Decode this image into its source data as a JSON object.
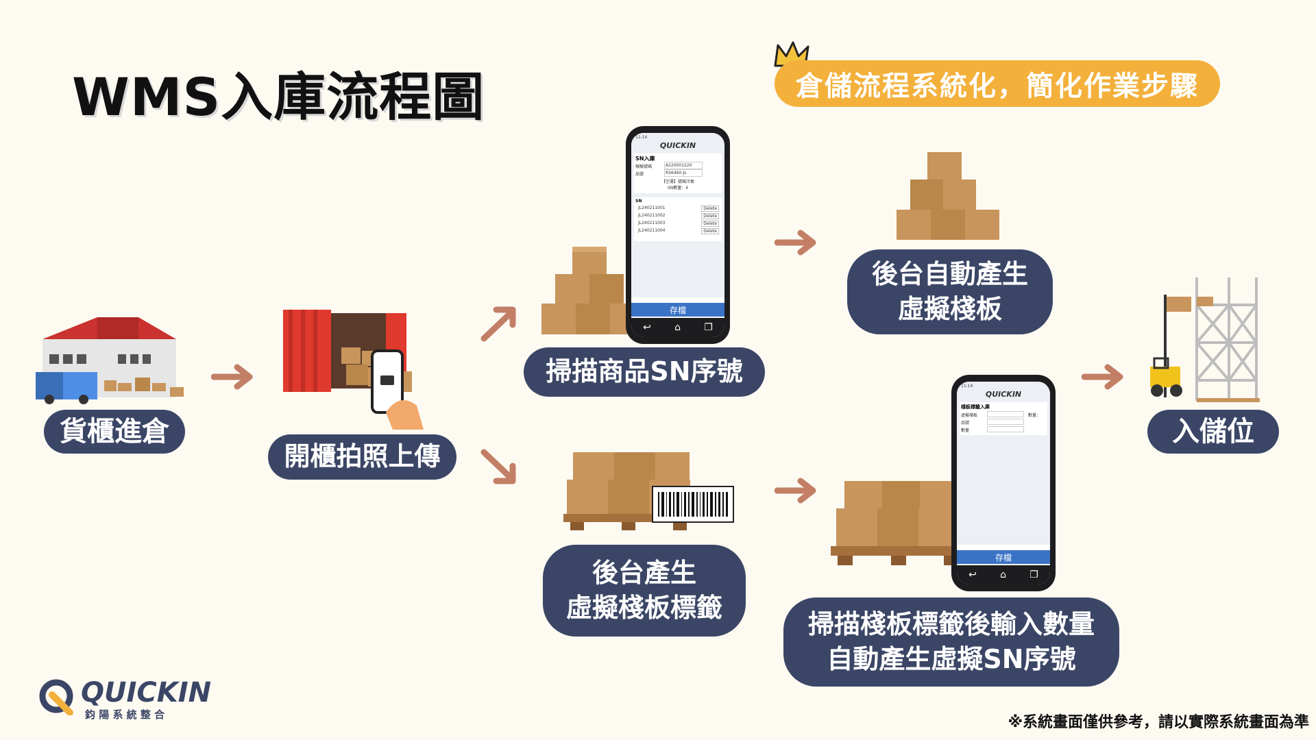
{
  "title": "WMS入庫流程圖",
  "slogan": "倉儲流程系統化，簡化作業步驟",
  "steps": {
    "s1": "貨櫃進倉",
    "s2": "開櫃拍照上傳",
    "s3": "掃描商品SN序號",
    "s4_l1": "後台自動產生",
    "s4_l2": "虛擬棧板",
    "s5_l1": "後台產生",
    "s5_l2": "虛擬棧板標籤",
    "s6_l1": "掃描棧板標籤後輸入數量",
    "s6_l2": "自動產生虛擬SN序號",
    "s7": "入儲位"
  },
  "phone1": {
    "time": "11:14",
    "brand": "QUICKIN",
    "header": "SN入庫",
    "field1_label": "報驗號碼",
    "field1_value": "A220001220",
    "field2_label": "品號",
    "field2_value": "RS6460-JL",
    "info1": "【空運】號碼冷氣",
    "info2": "SN數量：4",
    "sn_header": "SN",
    "rows": [
      "JL240211001",
      "JL240211002",
      "JL240211003",
      "JL240211004"
    ],
    "delete_label": "Delete",
    "save": "存檔"
  },
  "phone2": {
    "time": "11:14",
    "brand": "QUICKIN",
    "header": "棧板標籤入庫",
    "field1_label": "虛擬棧板",
    "field1_extra": "數量：",
    "field2_label": "品號",
    "field3_label": "數量",
    "save": "存檔"
  },
  "footer": {
    "note": "※系統畫面僅供參考，請以實際系統畫面為準",
    "logo_text": "QUICKIN",
    "logo_sub": "鈞 陽 系 統 整 合"
  },
  "colors": {
    "pill": "#3b4666",
    "slogan": "#f3b03b",
    "arrow": "#c27f66",
    "container": "#e0392e",
    "box": "#c8955c"
  }
}
